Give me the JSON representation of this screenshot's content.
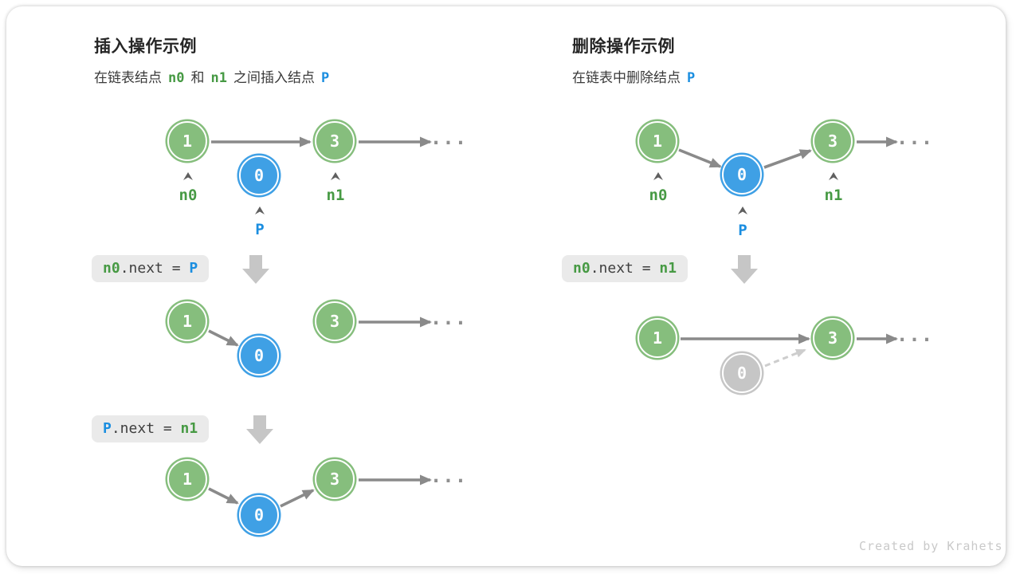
{
  "insert": {
    "title": "插入操作示例",
    "subtitle": {
      "pre": "在链表结点",
      "n0": "n0",
      "mid": "和",
      "n1": "n1",
      "post": "之间插入结点",
      "p": "P"
    },
    "step1": {
      "node1": "1",
      "node0": "0",
      "node3": "3",
      "dots": "...",
      "label_n0": "n0",
      "label_p": "P",
      "label_n1": "n1"
    },
    "code1": {
      "lhs": "n0",
      "op": ".next = ",
      "rhs": "P"
    },
    "step2": {
      "node1": "1",
      "node0": "0",
      "node3": "3",
      "dots": "..."
    },
    "code2": {
      "lhs": "P",
      "op": ".next = ",
      "rhs": "n1"
    },
    "step3": {
      "node1": "1",
      "node0": "0",
      "node3": "3",
      "dots": "..."
    }
  },
  "delete": {
    "title": "删除操作示例",
    "subtitle": {
      "pre": "在链表中删除结点",
      "p": "P"
    },
    "step1": {
      "node1": "1",
      "node0": "0",
      "node3": "3",
      "dots": "...",
      "label_n0": "n0",
      "label_p": "P",
      "label_n1": "n1"
    },
    "code1": {
      "lhs": "n0",
      "op": ".next = ",
      "rhs": "n1"
    },
    "step2": {
      "node1": "1",
      "node0": "0",
      "node3": "3",
      "dots": "..."
    }
  },
  "watermark": "Created by Krahets",
  "colors": {
    "node_green": "#86be7d",
    "node_blue": "#3fa0e5",
    "node_gray": "#c6c6c6",
    "text_green": "#479a44",
    "text_blue": "#1b8ee0",
    "arrow_gray": "#8a8a8a",
    "arrow_light": "#cdcdcd",
    "code_bg": "#eaeaea"
  }
}
